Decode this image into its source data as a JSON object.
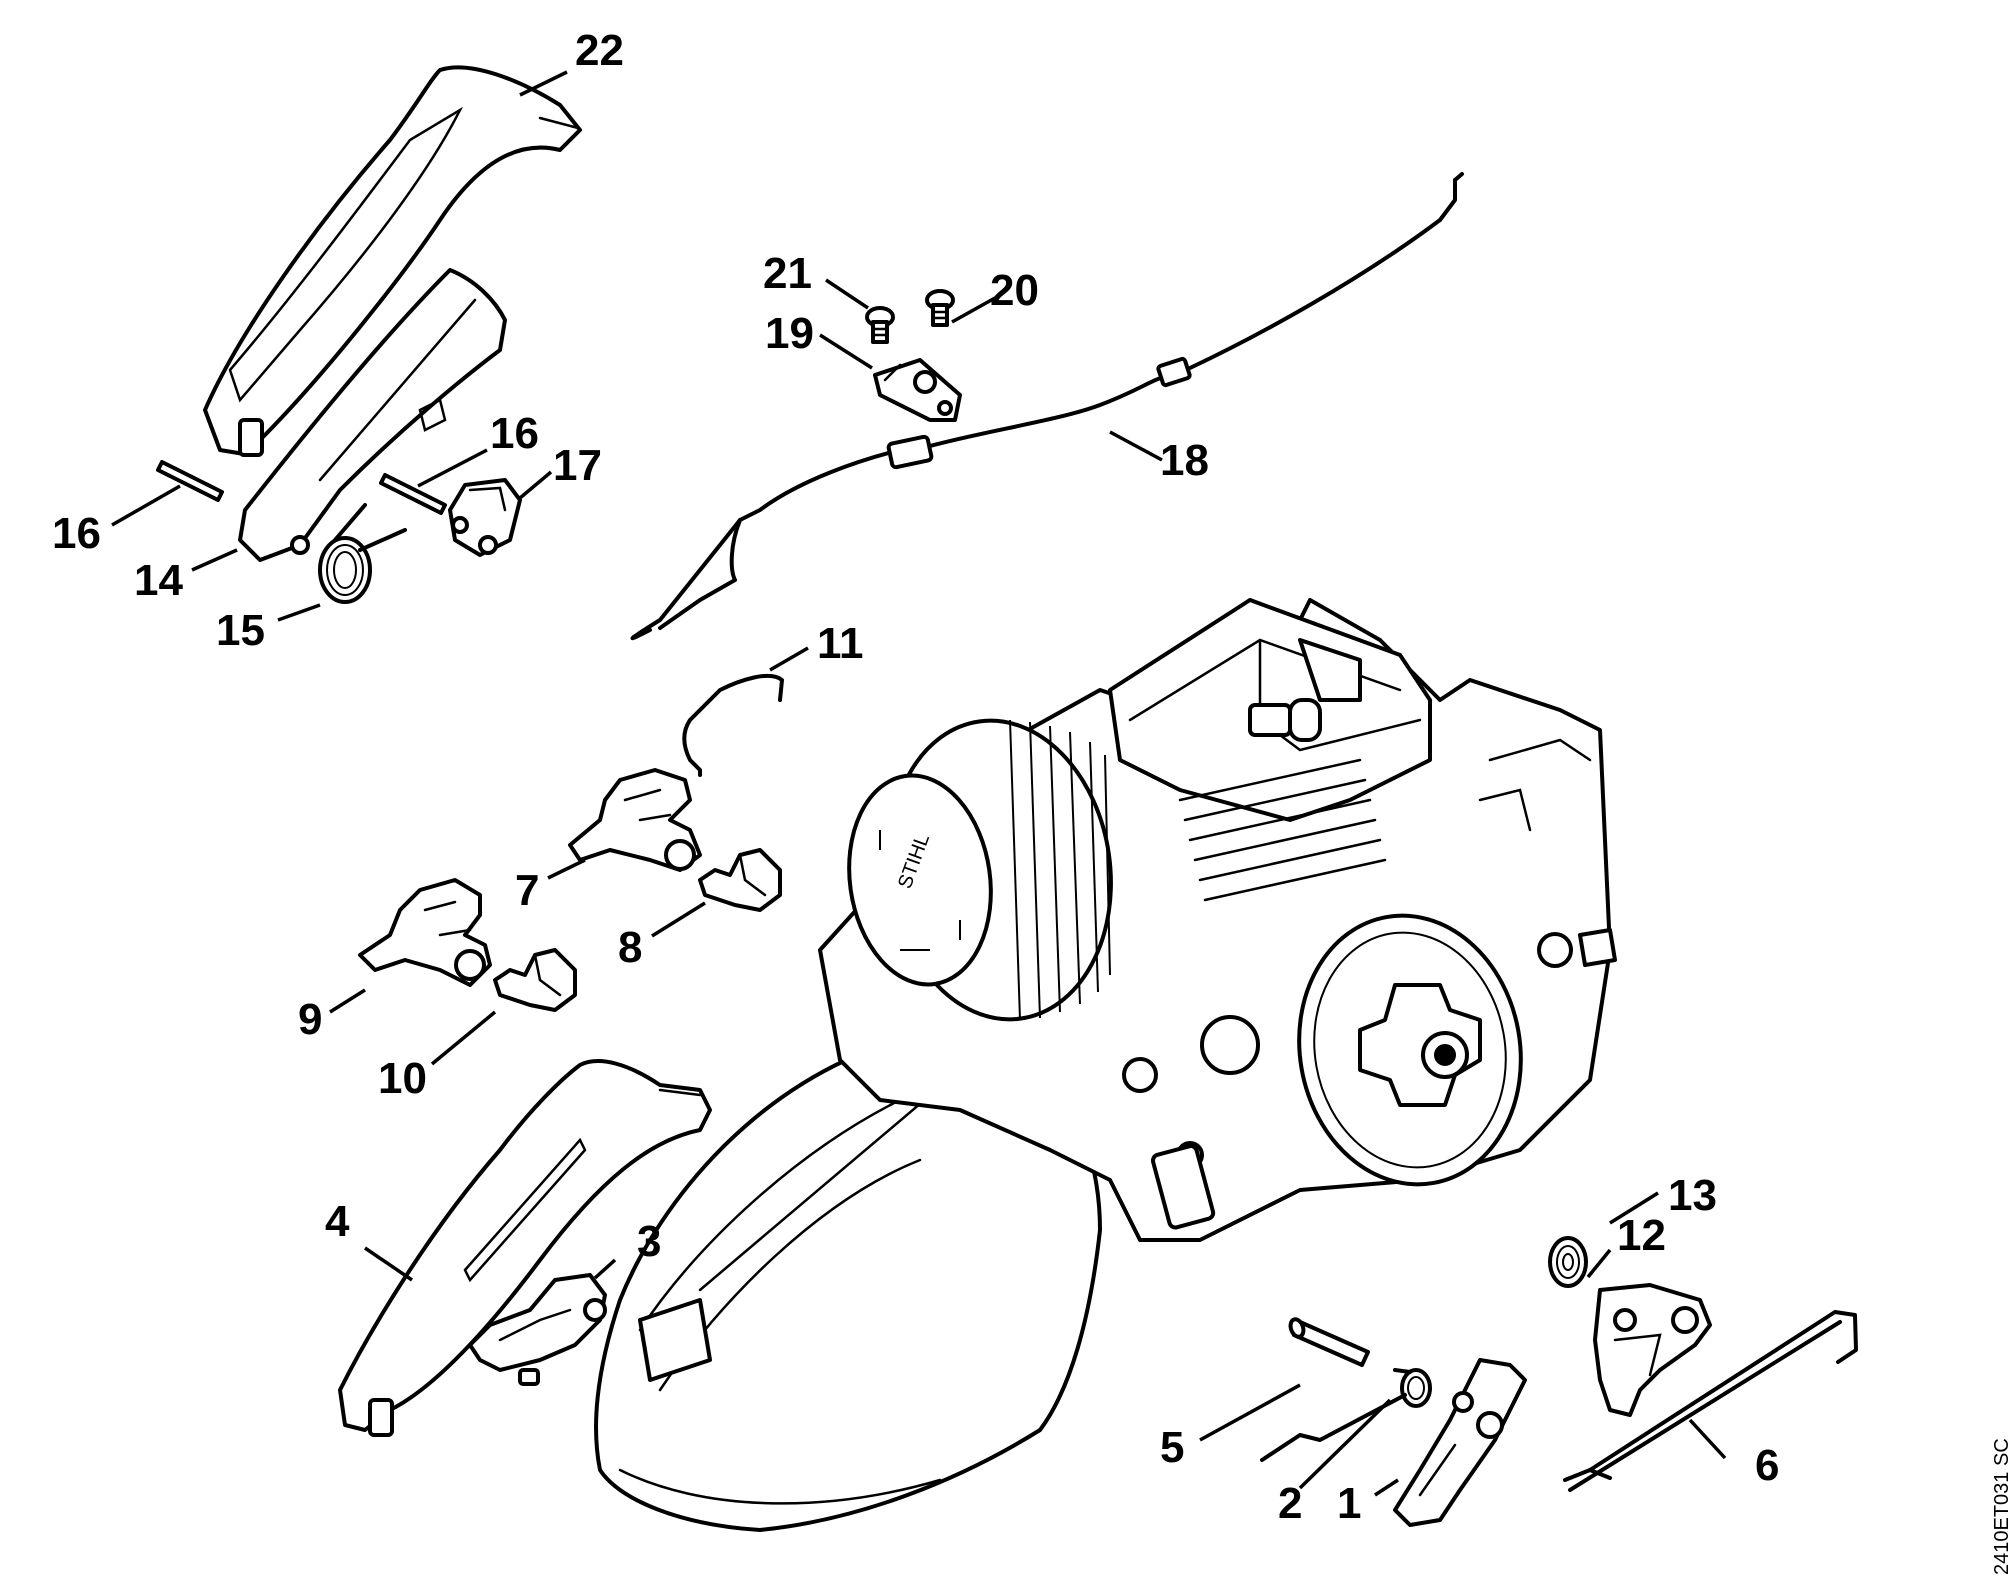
{
  "callouts": [
    {
      "id": "1",
      "text": "1"
    },
    {
      "id": "2",
      "text": "2"
    },
    {
      "id": "3",
      "text": "3"
    },
    {
      "id": "4",
      "text": "4"
    },
    {
      "id": "5",
      "text": "5"
    },
    {
      "id": "6",
      "text": "6"
    },
    {
      "id": "7",
      "text": "7"
    },
    {
      "id": "8",
      "text": "8"
    },
    {
      "id": "9",
      "text": "9"
    },
    {
      "id": "10",
      "text": "10"
    },
    {
      "id": "11",
      "text": "11"
    },
    {
      "id": "12",
      "text": "12"
    },
    {
      "id": "13",
      "text": "13"
    },
    {
      "id": "14",
      "text": "14"
    },
    {
      "id": "15",
      "text": "15"
    },
    {
      "id": "16a",
      "text": "16"
    },
    {
      "id": "16b",
      "text": "16"
    },
    {
      "id": "17",
      "text": "17"
    },
    {
      "id": "18",
      "text": "18"
    },
    {
      "id": "19",
      "text": "19"
    },
    {
      "id": "20",
      "text": "20"
    },
    {
      "id": "21",
      "text": "21"
    },
    {
      "id": "22",
      "text": "22"
    }
  ],
  "drawing_code": "2410ET031 SC",
  "filter_brand_text": "STIHL"
}
